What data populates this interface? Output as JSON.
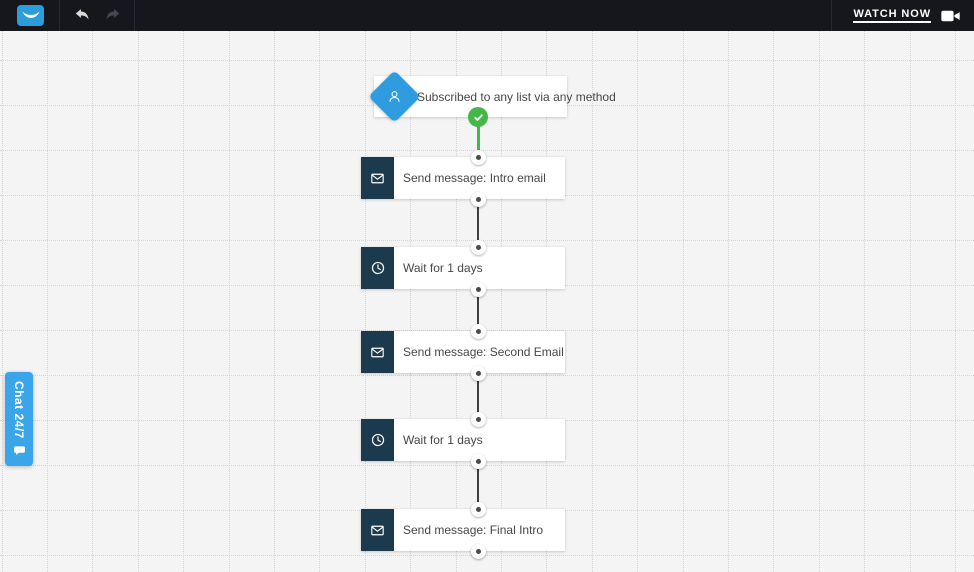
{
  "topbar": {
    "logo_icon": "envelope-logo",
    "watch_now": {
      "label": "WATCH NOW",
      "icon": "video-camera"
    }
  },
  "canvas": {
    "trigger": {
      "icon": "person",
      "label": "Subscribed to any list via any method",
      "status_icon": "check-circle"
    },
    "steps": [
      {
        "icon": "envelope",
        "label": "Send message: Intro email"
      },
      {
        "icon": "clock",
        "label": "Wait for 1 days"
      },
      {
        "icon": "envelope",
        "label": "Send message: Second Email"
      },
      {
        "icon": "clock",
        "label": "Wait for 1 days"
      },
      {
        "icon": "envelope",
        "label": "Send message: Final Intro"
      }
    ]
  },
  "chat_widget": {
    "label": "Chat 24/7",
    "icon": "chat-bubble"
  },
  "colors": {
    "topbar-bg": "#15171c",
    "logo-blue": "#2d9cdb",
    "diamond-blue": "#2f9ce0",
    "step-icon-navy": "#1c3a4d",
    "success-green": "#45b649",
    "chat-blue": "#3ba5ea",
    "canvas-bg": "#f4f4f4",
    "grid-dot": "#d4d4d4",
    "connector-dark": "#3f3f3f"
  }
}
